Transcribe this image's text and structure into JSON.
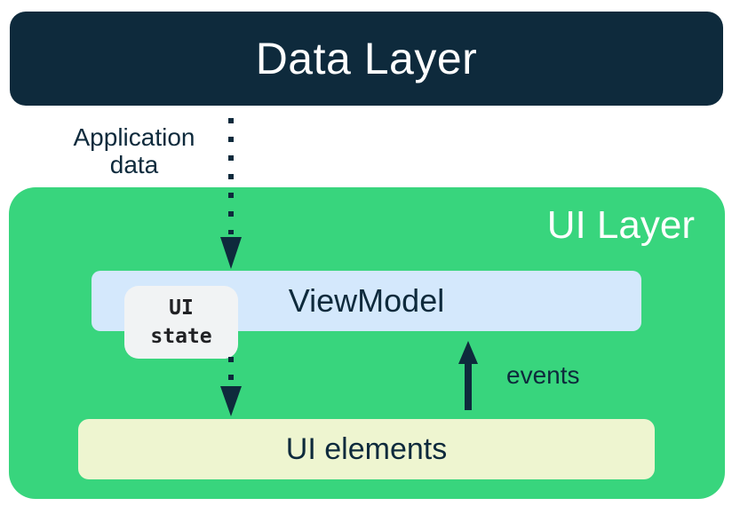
{
  "diagram": {
    "data_layer": {
      "label": "Data Layer"
    },
    "ui_layer": {
      "label": "UI Layer",
      "viewmodel": {
        "label": "ViewModel"
      },
      "ui_state_badge": {
        "label": "UI\nstate"
      },
      "ui_elements": {
        "label": "UI elements"
      }
    },
    "flows": {
      "application_data": {
        "label": "Application\ndata",
        "style": "dotted",
        "direction": "down",
        "from": "Data Layer",
        "to": "ViewModel"
      },
      "ui_state": {
        "style": "dotted",
        "direction": "down",
        "from": "ViewModel",
        "to": "UI elements"
      },
      "events": {
        "label": "events",
        "style": "solid",
        "direction": "up",
        "from": "UI elements",
        "to": "ViewModel"
      }
    }
  },
  "colors": {
    "navy": "#0E2A3C",
    "green": "#38D57D",
    "light-blue": "#D4E8FC",
    "cream": "#EEF5D0",
    "badge-grey": "#F1F3F4",
    "badge-text": "#202124",
    "white": "#FFFFFF"
  }
}
